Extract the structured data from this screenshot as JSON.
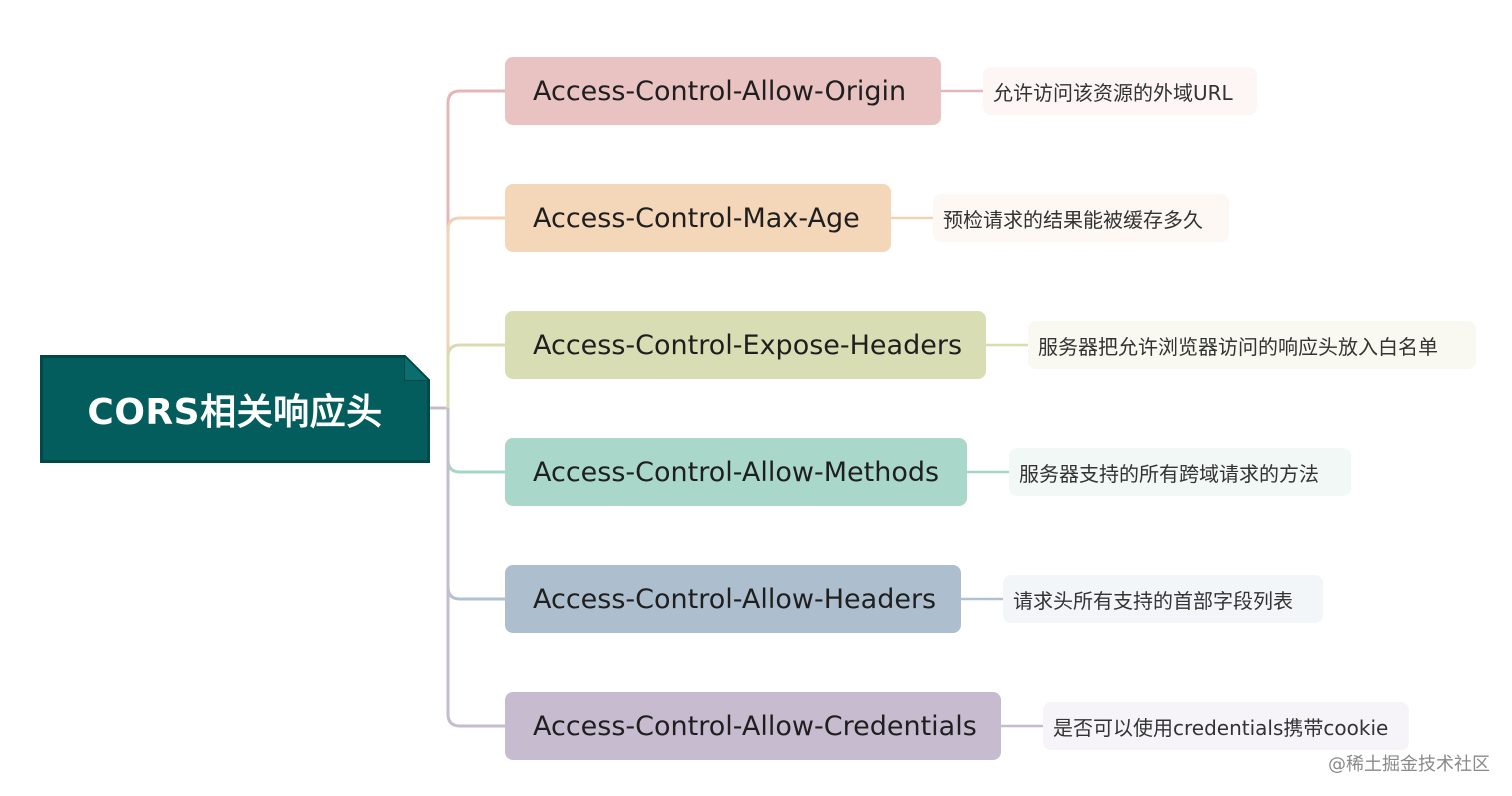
{
  "root": {
    "label": "CORS相关响应头"
  },
  "branches": [
    {
      "label": "Access-Control-Allow-Origin",
      "desc": "允许访问该资源的外域URL",
      "color": "#e9c2c2",
      "line": "#e3b7b9",
      "desc_bg": "#fdf6f5"
    },
    {
      "label": "Access-Control-Max-Age",
      "desc": "预检请求的结果能被缓存多久",
      "color": "#f4d6b8",
      "line": "#f1d2b5",
      "desc_bg": "#fdf8f3"
    },
    {
      "label": "Access-Control-Expose-Headers",
      "desc": "服务器把允许浏览器访问的响应头放入白名单",
      "color": "#d9ddb3",
      "line": "#d8dcae",
      "desc_bg": "#f9f9f1"
    },
    {
      "label": "Access-Control-Allow-Methods",
      "desc": "服务器支持的所有跨域请求的方法",
      "color": "#a9d7c9",
      "line": "#a6d6c8",
      "desc_bg": "#f1f8f5"
    },
    {
      "label": "Access-Control-Allow-Headers",
      "desc": "请求头所有支持的首部字段列表",
      "color": "#adbfcf",
      "line": "#b0c1cf",
      "desc_bg": "#f3f6f9"
    },
    {
      "label": "Access-Control-Allow-Credentials",
      "desc": "是否可以使用credentials携带cookie",
      "color": "#c7bccf",
      "line": "#c6bccd",
      "desc_bg": "#f6f4f8"
    }
  ],
  "watermark": "@稀土掘金技术社区"
}
